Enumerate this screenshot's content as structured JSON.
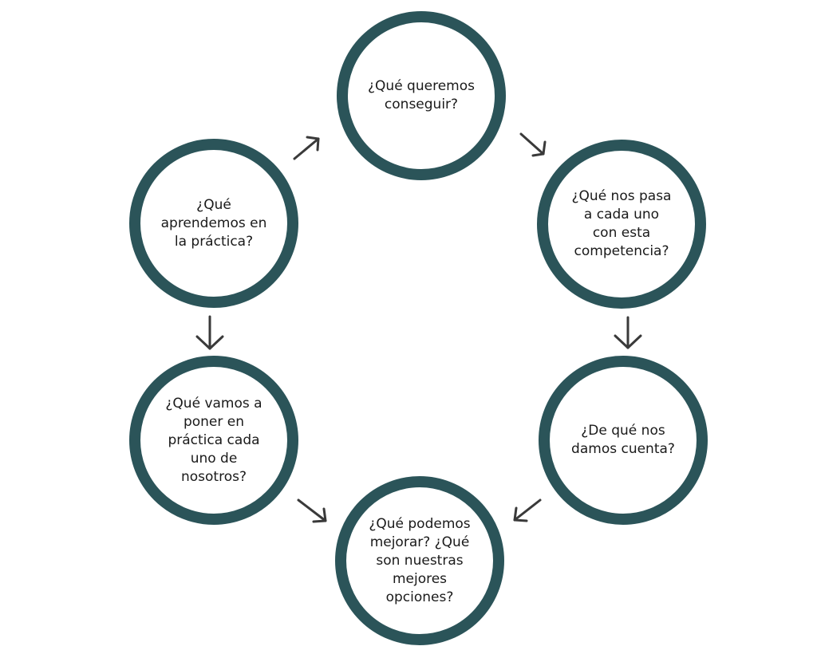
{
  "diagram": {
    "colors": {
      "ring": "#2b5459",
      "text": "#1a1a1a",
      "arrow": "#3a3a3a",
      "background": "#ffffff"
    },
    "nodes": [
      {
        "id": "top",
        "text": "¿Qué queremos\nconseguir?"
      },
      {
        "id": "upper-right",
        "text": "¿Qué nos pasa\na cada uno\ncon esta\ncompetencia?"
      },
      {
        "id": "lower-right",
        "text": "¿De qué nos\ndamos cuenta?"
      },
      {
        "id": "bottom",
        "text": "¿Qué podemos\nmejorar? ¿Qué\nson nuestras\nmejores\nopciones?"
      },
      {
        "id": "lower-left",
        "text": "¿Qué vamos a\nponer en\npráctica cada\nuno de\nnosotros?"
      },
      {
        "id": "upper-left",
        "text": "¿Qué\naprendemos en\nla práctica?"
      }
    ],
    "edges": [
      {
        "from": "top",
        "to": "upper-right"
      },
      {
        "from": "upper-right",
        "to": "lower-right"
      },
      {
        "from": "lower-right",
        "to": "bottom"
      },
      {
        "from": "upper-left",
        "to": "lower-left"
      },
      {
        "from": "lower-left",
        "to": "bottom"
      },
      {
        "from": "upper-left",
        "to": "top"
      }
    ]
  }
}
